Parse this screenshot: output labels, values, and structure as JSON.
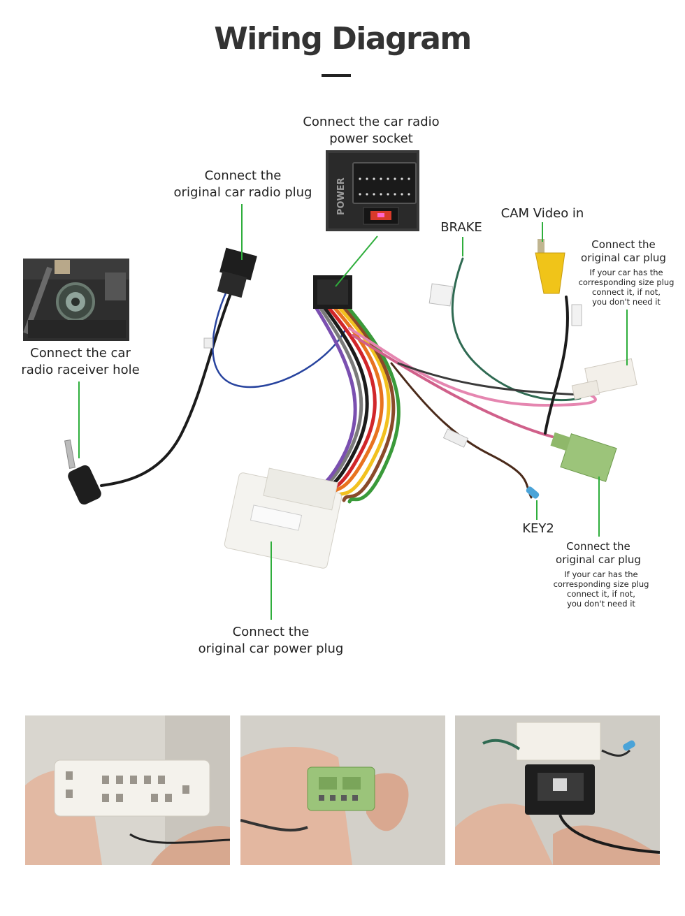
{
  "header": {
    "title": "Wiring Diagram"
  },
  "labels": {
    "power_socket": [
      "Connect the car radio",
      "power socket"
    ],
    "radio_plug": [
      "Connect the",
      "original car radio plug"
    ],
    "receiver_hole": [
      "Connect the  car",
      "radio raceiver hole"
    ],
    "brake": "BRAKE",
    "cam_video": "CAM Video in",
    "car_plug_top": [
      "Connect the",
      "original car plug"
    ],
    "car_plug_top_note": [
      "If your car has the",
      "corresponding size plug",
      "connect it, if not,",
      "you don't need it"
    ],
    "key2": "KEY2",
    "car_plug_bottom": [
      "Connect the",
      "original car plug"
    ],
    "car_plug_bottom_note": [
      "If your car has the",
      "corresponding size plug",
      "connect it, if not,",
      "you don't need it"
    ],
    "power_plug": [
      "Connect the",
      "original car power plug"
    ]
  },
  "socket_text": "POWER",
  "colors": {
    "guide_line": "#2fae3c",
    "title": "#333333"
  }
}
